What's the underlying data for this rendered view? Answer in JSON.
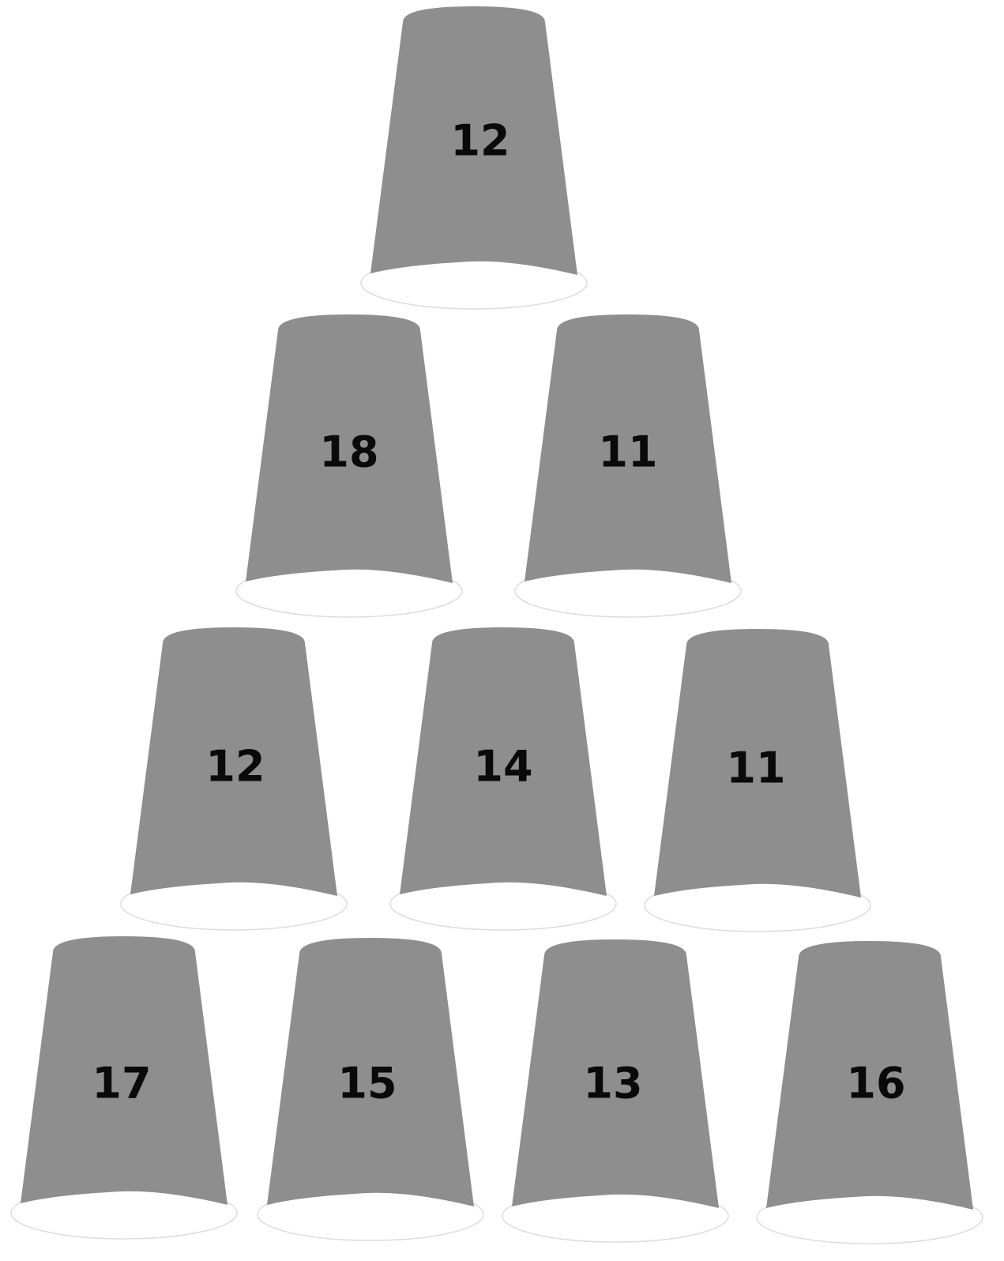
{
  "colors": {
    "cup_body": "#8e8e8e",
    "cup_rim": "#ffffff",
    "rim_shadow": "#dcdcdc",
    "number": "#0a0a0a",
    "background": "#ffffff"
  },
  "pyramid": {
    "rows": [
      {
        "cups": [
          {
            "number": "12"
          }
        ]
      },
      {
        "cups": [
          {
            "number": "18"
          },
          {
            "number": "11"
          }
        ]
      },
      {
        "cups": [
          {
            "number": "12"
          },
          {
            "number": "14"
          },
          {
            "number": "11"
          }
        ]
      },
      {
        "cups": [
          {
            "number": "17"
          },
          {
            "number": "15"
          },
          {
            "number": "13"
          },
          {
            "number": "16"
          }
        ]
      }
    ]
  }
}
